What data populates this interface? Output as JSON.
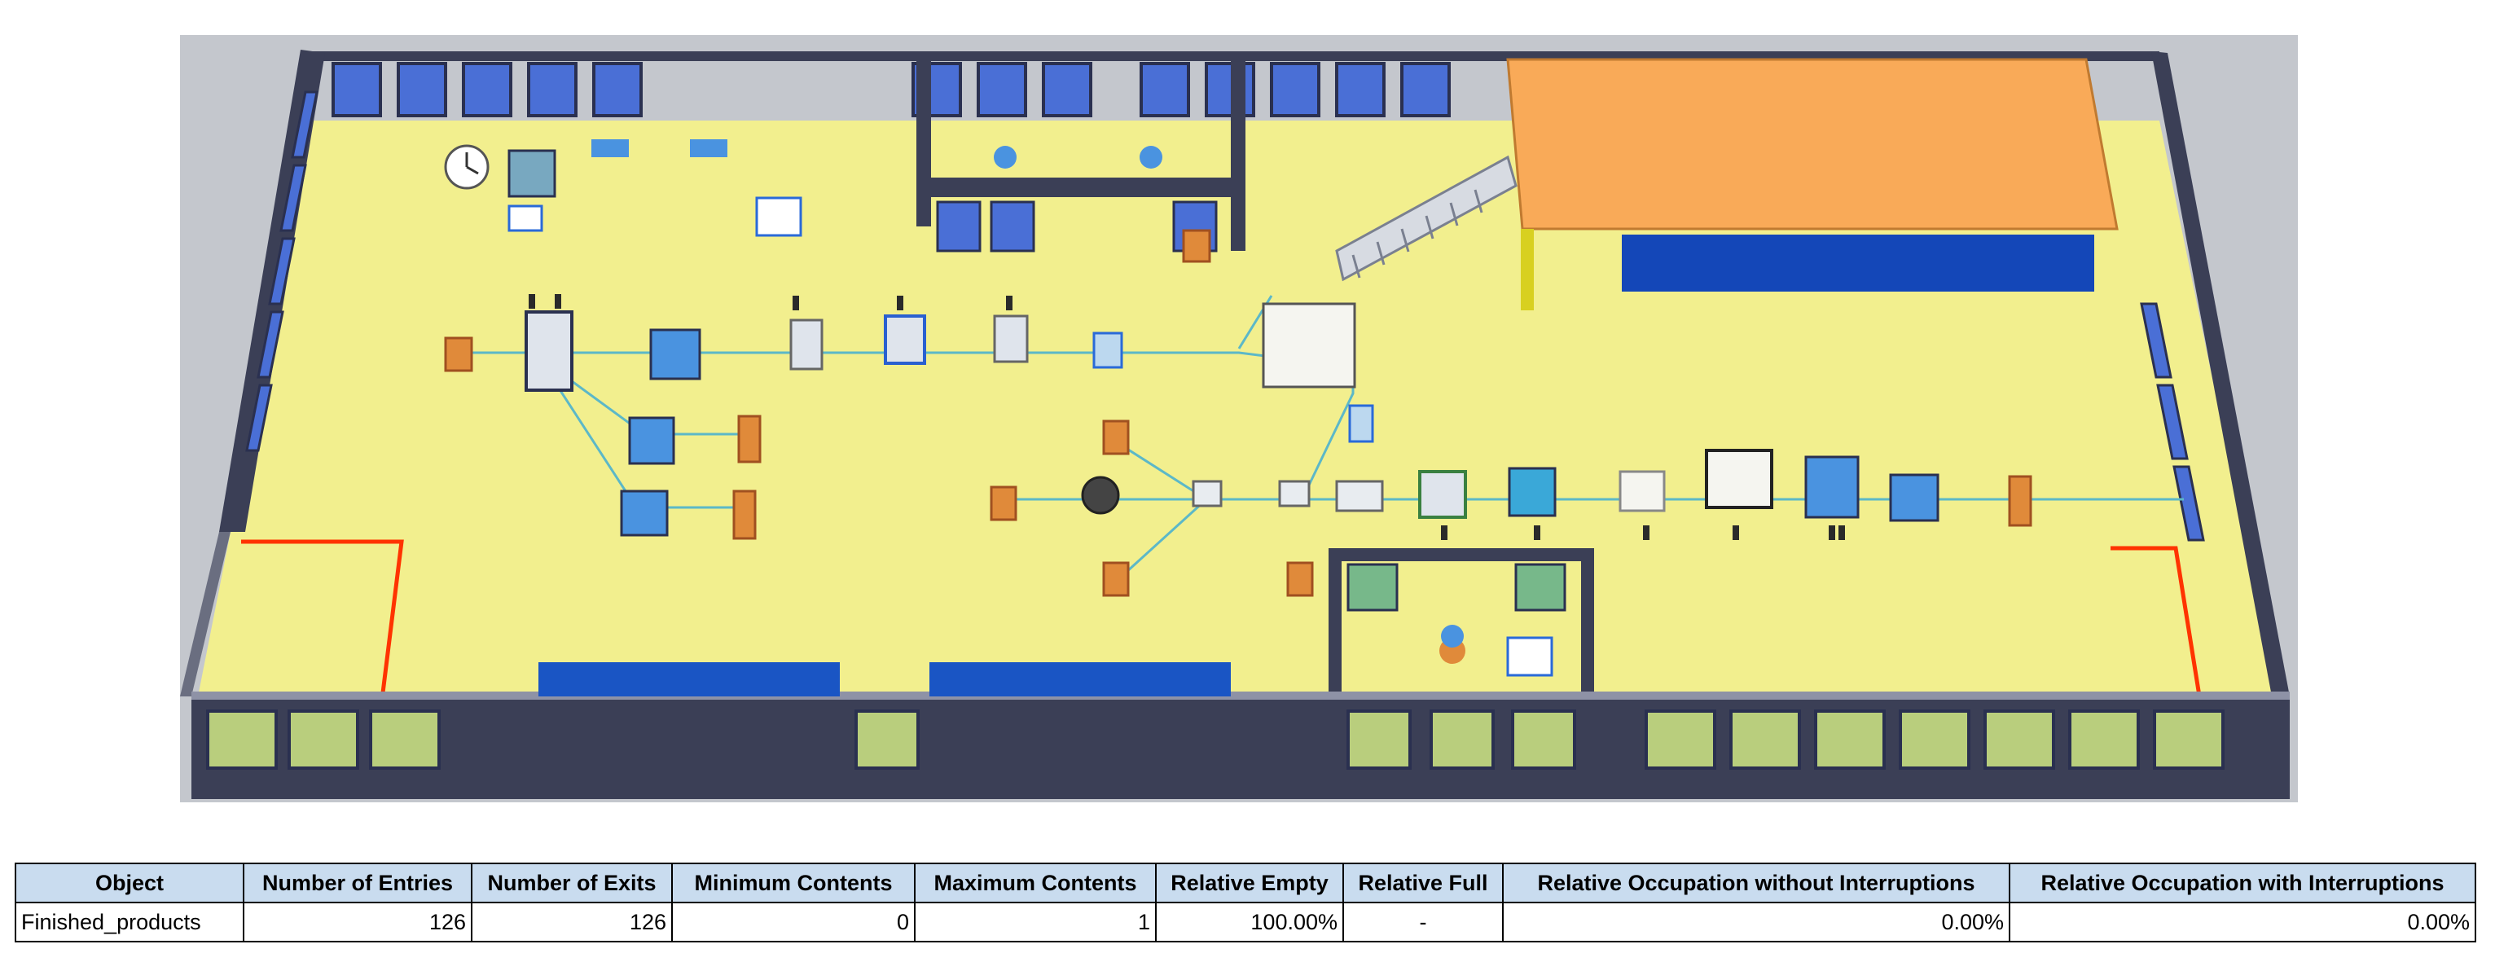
{
  "table": {
    "headers": {
      "object": "Object",
      "entries": "Number of Entries",
      "exits": "Number of Exits",
      "min": "Minimum Contents",
      "max": "Maximum Contents",
      "empty": "Relative Empty",
      "full": "Relative Full",
      "occ_without": "Relative Occupation without Interruptions",
      "occ_with": "Relative Occupation with Interruptions"
    },
    "row": {
      "object": "Finished_products",
      "entries": "126",
      "exits": "126",
      "min": "0",
      "max": "1",
      "empty": "100.00%",
      "full": "-",
      "occ_without": "0.00%",
      "occ_with": "0.00%"
    }
  },
  "colors": {
    "floor": "#f2ef8e",
    "wall": "#3b3f56",
    "window": "#4a6fd6",
    "roof": "#f9aa58",
    "rack": "#1447b8",
    "station_blue": "#4a93e0",
    "station_orange": "#e08a3a",
    "boundary": "#ff3300",
    "header_fill": "#c9dcef"
  },
  "icons": {
    "station": "workstation-icon",
    "buffer": "buffer-icon",
    "source": "source-icon",
    "worker": "worker-icon",
    "clock": "event-controller-icon",
    "method": "method-icon",
    "drain": "drain-icon"
  }
}
